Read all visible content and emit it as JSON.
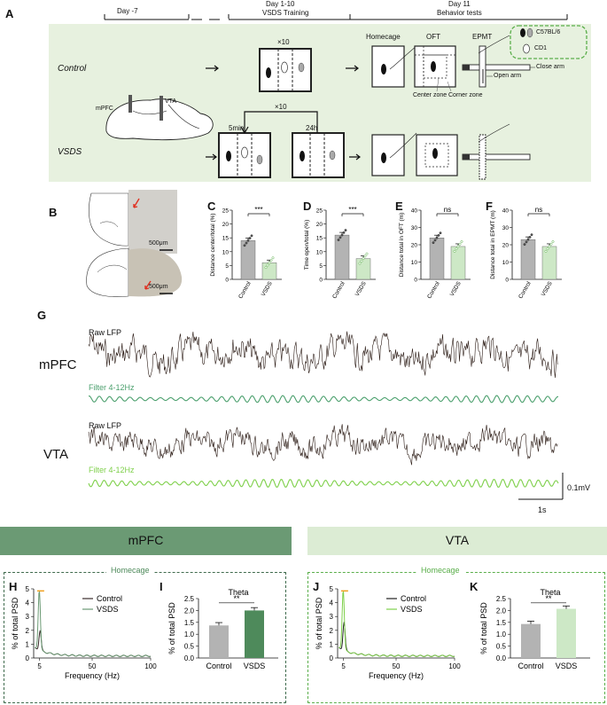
{
  "panels": {
    "A": "A",
    "B": "B",
    "C": "C",
    "D": "D",
    "E": "E",
    "F": "F",
    "G": "G",
    "H": "H",
    "I": "I",
    "J": "J",
    "K": "K"
  },
  "timeline": {
    "day_minus7": "Day -7",
    "day_1_10": "Day 1-10",
    "vsds_training": "VSDS Training",
    "day_11": "Day 11",
    "behavior_tests": "Behavior tests"
  },
  "schematic": {
    "control": "Control",
    "vsds": "VSDS",
    "x10": "×10",
    "x10b": "×10",
    "five_min": "5min",
    "twentyfour_h": "24h",
    "homecage": "Homecage",
    "oft": "OFT",
    "epmt": "EPMT",
    "center_zone": "Center zone",
    "corner_zone": "Corner zone",
    "close_arm": "Close arm",
    "open_arm": "Open arm",
    "mpfc": "mPFC",
    "vta": "VTA",
    "strain1": "C57BL/6",
    "strain2": "CD1"
  },
  "histology": {
    "scale1": "500μm",
    "scale2": "500μm"
  },
  "bar_panels": [
    {
      "id": "C",
      "ylabel": "Distance center/total (%)",
      "ylim": [
        0,
        25
      ],
      "yticks": [
        0,
        5,
        10,
        15,
        20,
        25
      ],
      "categories": [
        "Control",
        "VSDS"
      ],
      "values": [
        14,
        6
      ],
      "sig": "***"
    },
    {
      "id": "D",
      "ylabel": "Time open/total (%)",
      "ylim": [
        0,
        25
      ],
      "yticks": [
        0,
        5,
        10,
        15,
        20,
        25
      ],
      "categories": [
        "Control",
        "VSDS"
      ],
      "values": [
        16,
        7.5
      ],
      "sig": "***"
    },
    {
      "id": "E",
      "ylabel": "Distance total in OFT (m)",
      "ylim": [
        0,
        40
      ],
      "yticks": [
        0,
        10,
        20,
        30,
        40
      ],
      "categories": [
        "Control",
        "VSDS"
      ],
      "values": [
        24,
        19
      ],
      "sig": "ns"
    },
    {
      "id": "F",
      "ylabel": "Distance total in EPMT (m)",
      "ylim": [
        0,
        40
      ],
      "yticks": [
        0,
        10,
        20,
        30,
        40
      ],
      "categories": [
        "Control",
        "VSDS"
      ],
      "values": [
        23,
        19
      ],
      "sig": "ns"
    }
  ],
  "lfp": {
    "mpfc_region": "mPFC",
    "vta_region": "VTA",
    "raw_label": "Raw LFP",
    "raw_label2": "Raw LFP",
    "filter_label": "Filter 4-12Hz",
    "filter_label2": "Filter 4-12Hz",
    "scale_v": "0.1mV",
    "scale_t": "1s"
  },
  "headers": {
    "mpfc": "mPFC",
    "vta": "VTA",
    "homecage_left": "Homecage",
    "homecage_right": "Homecage"
  },
  "psd": {
    "ylabel": "% of total PSD",
    "xlabel": "Frequency (Hz)",
    "yticks": [
      "0",
      "1",
      "2",
      "3",
      "4",
      "5"
    ],
    "xticks": [
      "5",
      "50",
      "100"
    ],
    "legend_control": "Control",
    "legend_vsds": "VSDS"
  },
  "theta": {
    "title": "Theta",
    "ylabel": "% of total PSD",
    "yticks": [
      "0.0",
      "0.5",
      "1.0",
      "1.5",
      "2.0",
      "2.5"
    ],
    "categories": [
      "Control",
      "VSDS"
    ],
    "values_left": [
      1.37,
      2.0
    ],
    "values_right": [
      1.43,
      2.07
    ],
    "sig": "**"
  },
  "colors": {
    "green_bg": "#e7f1df",
    "green_dark": "#6b9a74",
    "green_light": "#dcecd4",
    "vsds_dark": "#4e8a5b",
    "vsds_light": "#cde8c6",
    "gray_bar": "#b3b3b3",
    "filter_green": "#4ca06e",
    "filter_light": "#7fd04b"
  },
  "chart_data": [
    {
      "type": "bar",
      "title": "",
      "categories": [
        "Control",
        "VSDS"
      ],
      "values": [
        14,
        6
      ],
      "ylabel": "Distance center/total (%)",
      "ylim": [
        0,
        25
      ]
    },
    {
      "type": "bar",
      "title": "",
      "categories": [
        "Control",
        "VSDS"
      ],
      "values": [
        16,
        7.5
      ],
      "ylabel": "Time open/total (%)",
      "ylim": [
        0,
        25
      ]
    },
    {
      "type": "bar",
      "title": "",
      "categories": [
        "Control",
        "VSDS"
      ],
      "values": [
        24,
        19
      ],
      "ylabel": "Distance total in OFT (m)",
      "ylim": [
        0,
        40
      ]
    },
    {
      "type": "bar",
      "title": "",
      "categories": [
        "Control",
        "VSDS"
      ],
      "values": [
        23,
        19
      ],
      "ylabel": "Distance total in EPMT (m)",
      "ylim": [
        0,
        40
      ]
    },
    {
      "type": "line",
      "title": "",
      "xlabel": "Frequency (Hz)",
      "ylabel": "% of total PSD",
      "ylim": [
        0,
        5
      ],
      "series": [
        {
          "name": "Control",
          "peak_x": 6,
          "peak_y": 2.0
        },
        {
          "name": "VSDS",
          "peak_x": 5,
          "peak_y": 4.6
        }
      ]
    },
    {
      "type": "bar",
      "title": "Theta",
      "categories": [
        "Control",
        "VSDS"
      ],
      "values": [
        1.37,
        2.0
      ],
      "ylabel": "% of total PSD",
      "ylim": [
        0,
        2.5
      ]
    },
    {
      "type": "line",
      "title": "",
      "xlabel": "Frequency (Hz)",
      "ylabel": "% of total PSD",
      "ylim": [
        0,
        5
      ],
      "series": [
        {
          "name": "Control",
          "peak_x": 6,
          "peak_y": 2.5
        },
        {
          "name": "VSDS",
          "peak_x": 5,
          "peak_y": 4.6
        }
      ]
    },
    {
      "type": "bar",
      "title": "Theta",
      "categories": [
        "Control",
        "VSDS"
      ],
      "values": [
        1.43,
        2.07
      ],
      "ylabel": "% of total PSD",
      "ylim": [
        0,
        2.5
      ]
    }
  ]
}
